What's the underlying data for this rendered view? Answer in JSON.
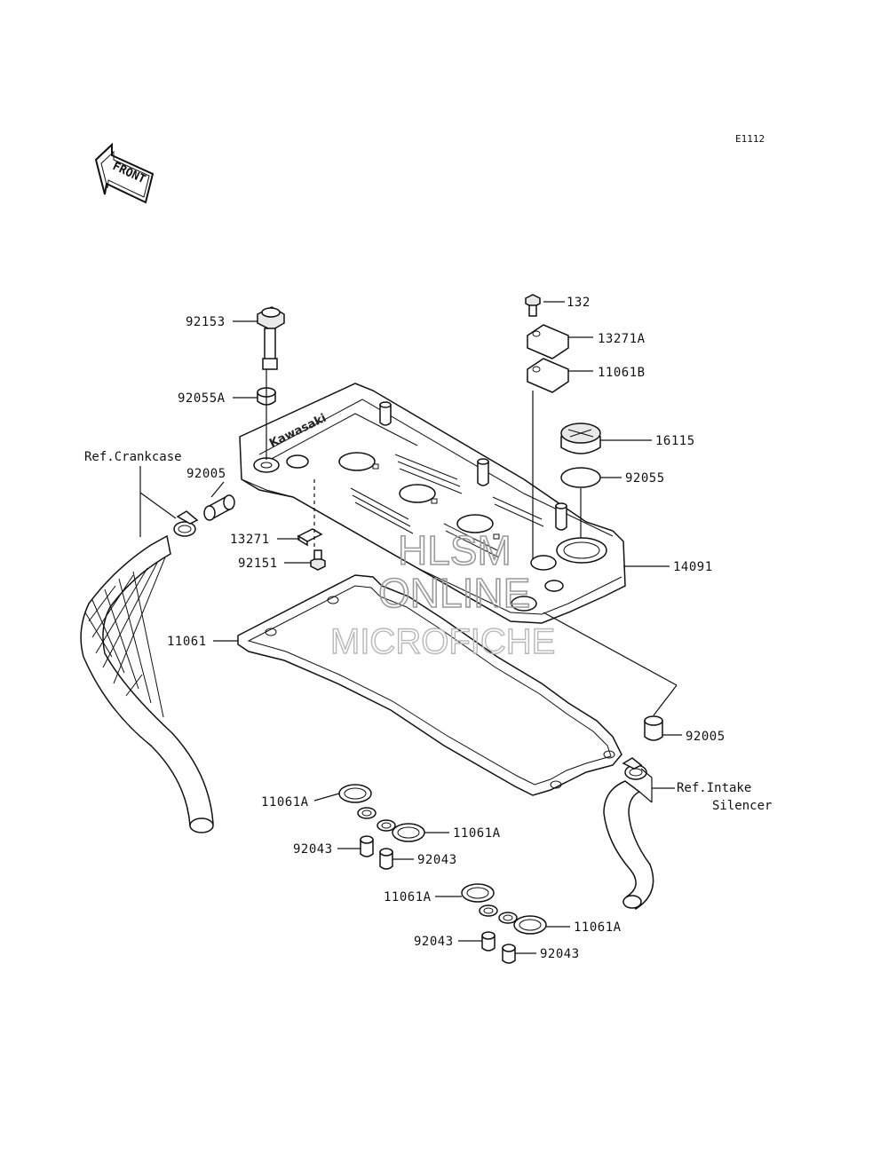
{
  "diagram_code": "E1112",
  "front_arrow": {
    "text": "FRONT"
  },
  "brand_mark": "Kawasaki",
  "watermark": {
    "line1": "HLSM",
    "line2": "ONLINE",
    "line3": "MICROFICHE"
  },
  "parts": {
    "p92153": "92153",
    "p92055a": "92055A",
    "p92005_top": "92005",
    "p13271": "13271",
    "p92151": "92151",
    "p11061": "11061",
    "p132": "132",
    "p13271a": "13271A",
    "p11061b": "11061B",
    "p16115": "16115",
    "p92055": "92055",
    "p14091": "14091",
    "p92005_right": "92005",
    "p11061a_1": "11061A",
    "p11061a_2": "11061A",
    "p11061a_3": "11061A",
    "p11061a_4": "11061A",
    "p92043_1": "92043",
    "p92043_2": "92043",
    "p92043_3": "92043",
    "p92043_4": "92043"
  },
  "refs": {
    "crankcase": "Ref.Crankcase",
    "intake_line1": "Ref.Intake",
    "intake_line2": "Silencer"
  }
}
